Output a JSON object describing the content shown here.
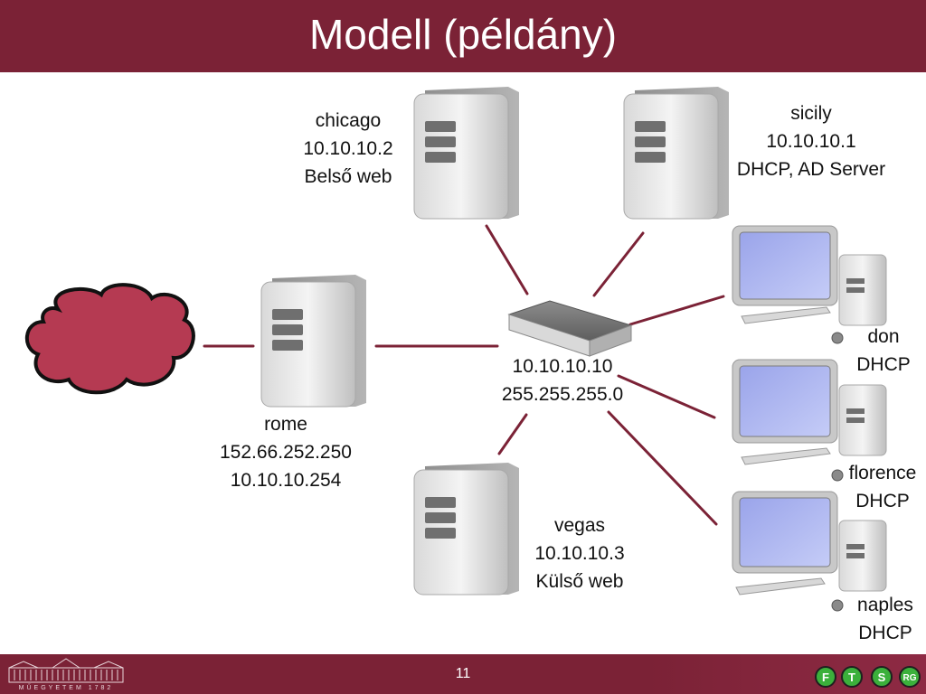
{
  "title": "Modell (példány)",
  "page_number": "11",
  "footer": {
    "university_logo_text": "MŰEGYETEM 1782",
    "group_logo_letters": [
      "F",
      "T",
      "S",
      "RG"
    ]
  },
  "colors": {
    "brand": "#7b2236",
    "link": "#7b2236",
    "cloud": "#b53a52"
  },
  "nodes": {
    "chicago": {
      "lines": [
        "chicago",
        "10.10.10.2",
        "Belső web"
      ]
    },
    "sicily": {
      "lines": [
        "sicily",
        "10.10.10.1",
        "DHCP, AD Server"
      ]
    },
    "rome": {
      "lines": [
        "rome",
        "152.66.252.250",
        "10.10.10.254"
      ]
    },
    "switch": {
      "lines": [
        "10.10.10.10",
        "255.255.255.0"
      ]
    },
    "vegas": {
      "lines": [
        "vegas",
        "10.10.10.3",
        "Külső web"
      ]
    },
    "don": {
      "lines": [
        "don",
        "DHCP"
      ]
    },
    "florence": {
      "lines": [
        "florence",
        "DHCP"
      ]
    },
    "naples": {
      "lines": [
        "naples",
        "DHCP"
      ]
    }
  },
  "icons": {
    "internet": "cloud-icon",
    "server": "server-tower-icon",
    "switch": "network-switch-icon",
    "workstation": "desktop-computer-icon"
  }
}
